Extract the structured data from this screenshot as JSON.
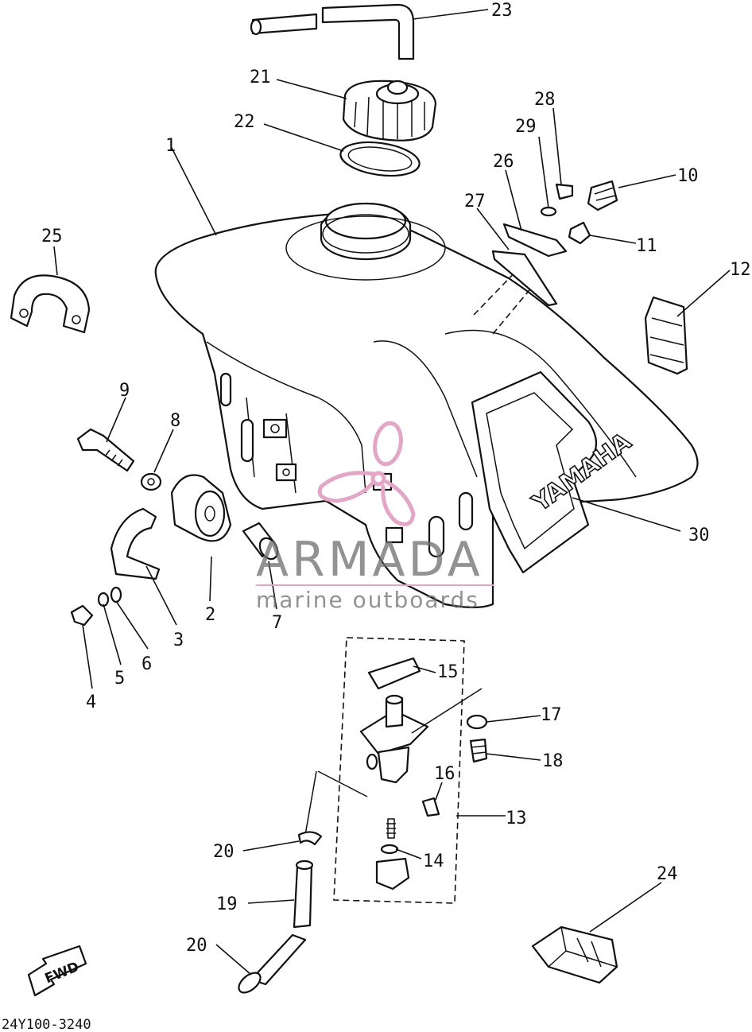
{
  "diagram": {
    "drawing_code": "24Y100-3240",
    "tank_text": "YAMAHA",
    "fwd_arrow_text": "FWD",
    "callouts": [
      "1",
      "2",
      "3",
      "4",
      "5",
      "6",
      "7",
      "8",
      "9",
      "10",
      "11",
      "12",
      "13",
      "14",
      "15",
      "16",
      "17",
      "18",
      "19",
      "20",
      "20",
      "21",
      "22",
      "23",
      "24",
      "25",
      "26",
      "27",
      "28",
      "29",
      "30"
    ]
  },
  "watermark": {
    "brand": "ARMADA",
    "tagline": "marine outboards",
    "logo_color": "#e3a6c6",
    "text_color": "#6e6e6e"
  }
}
